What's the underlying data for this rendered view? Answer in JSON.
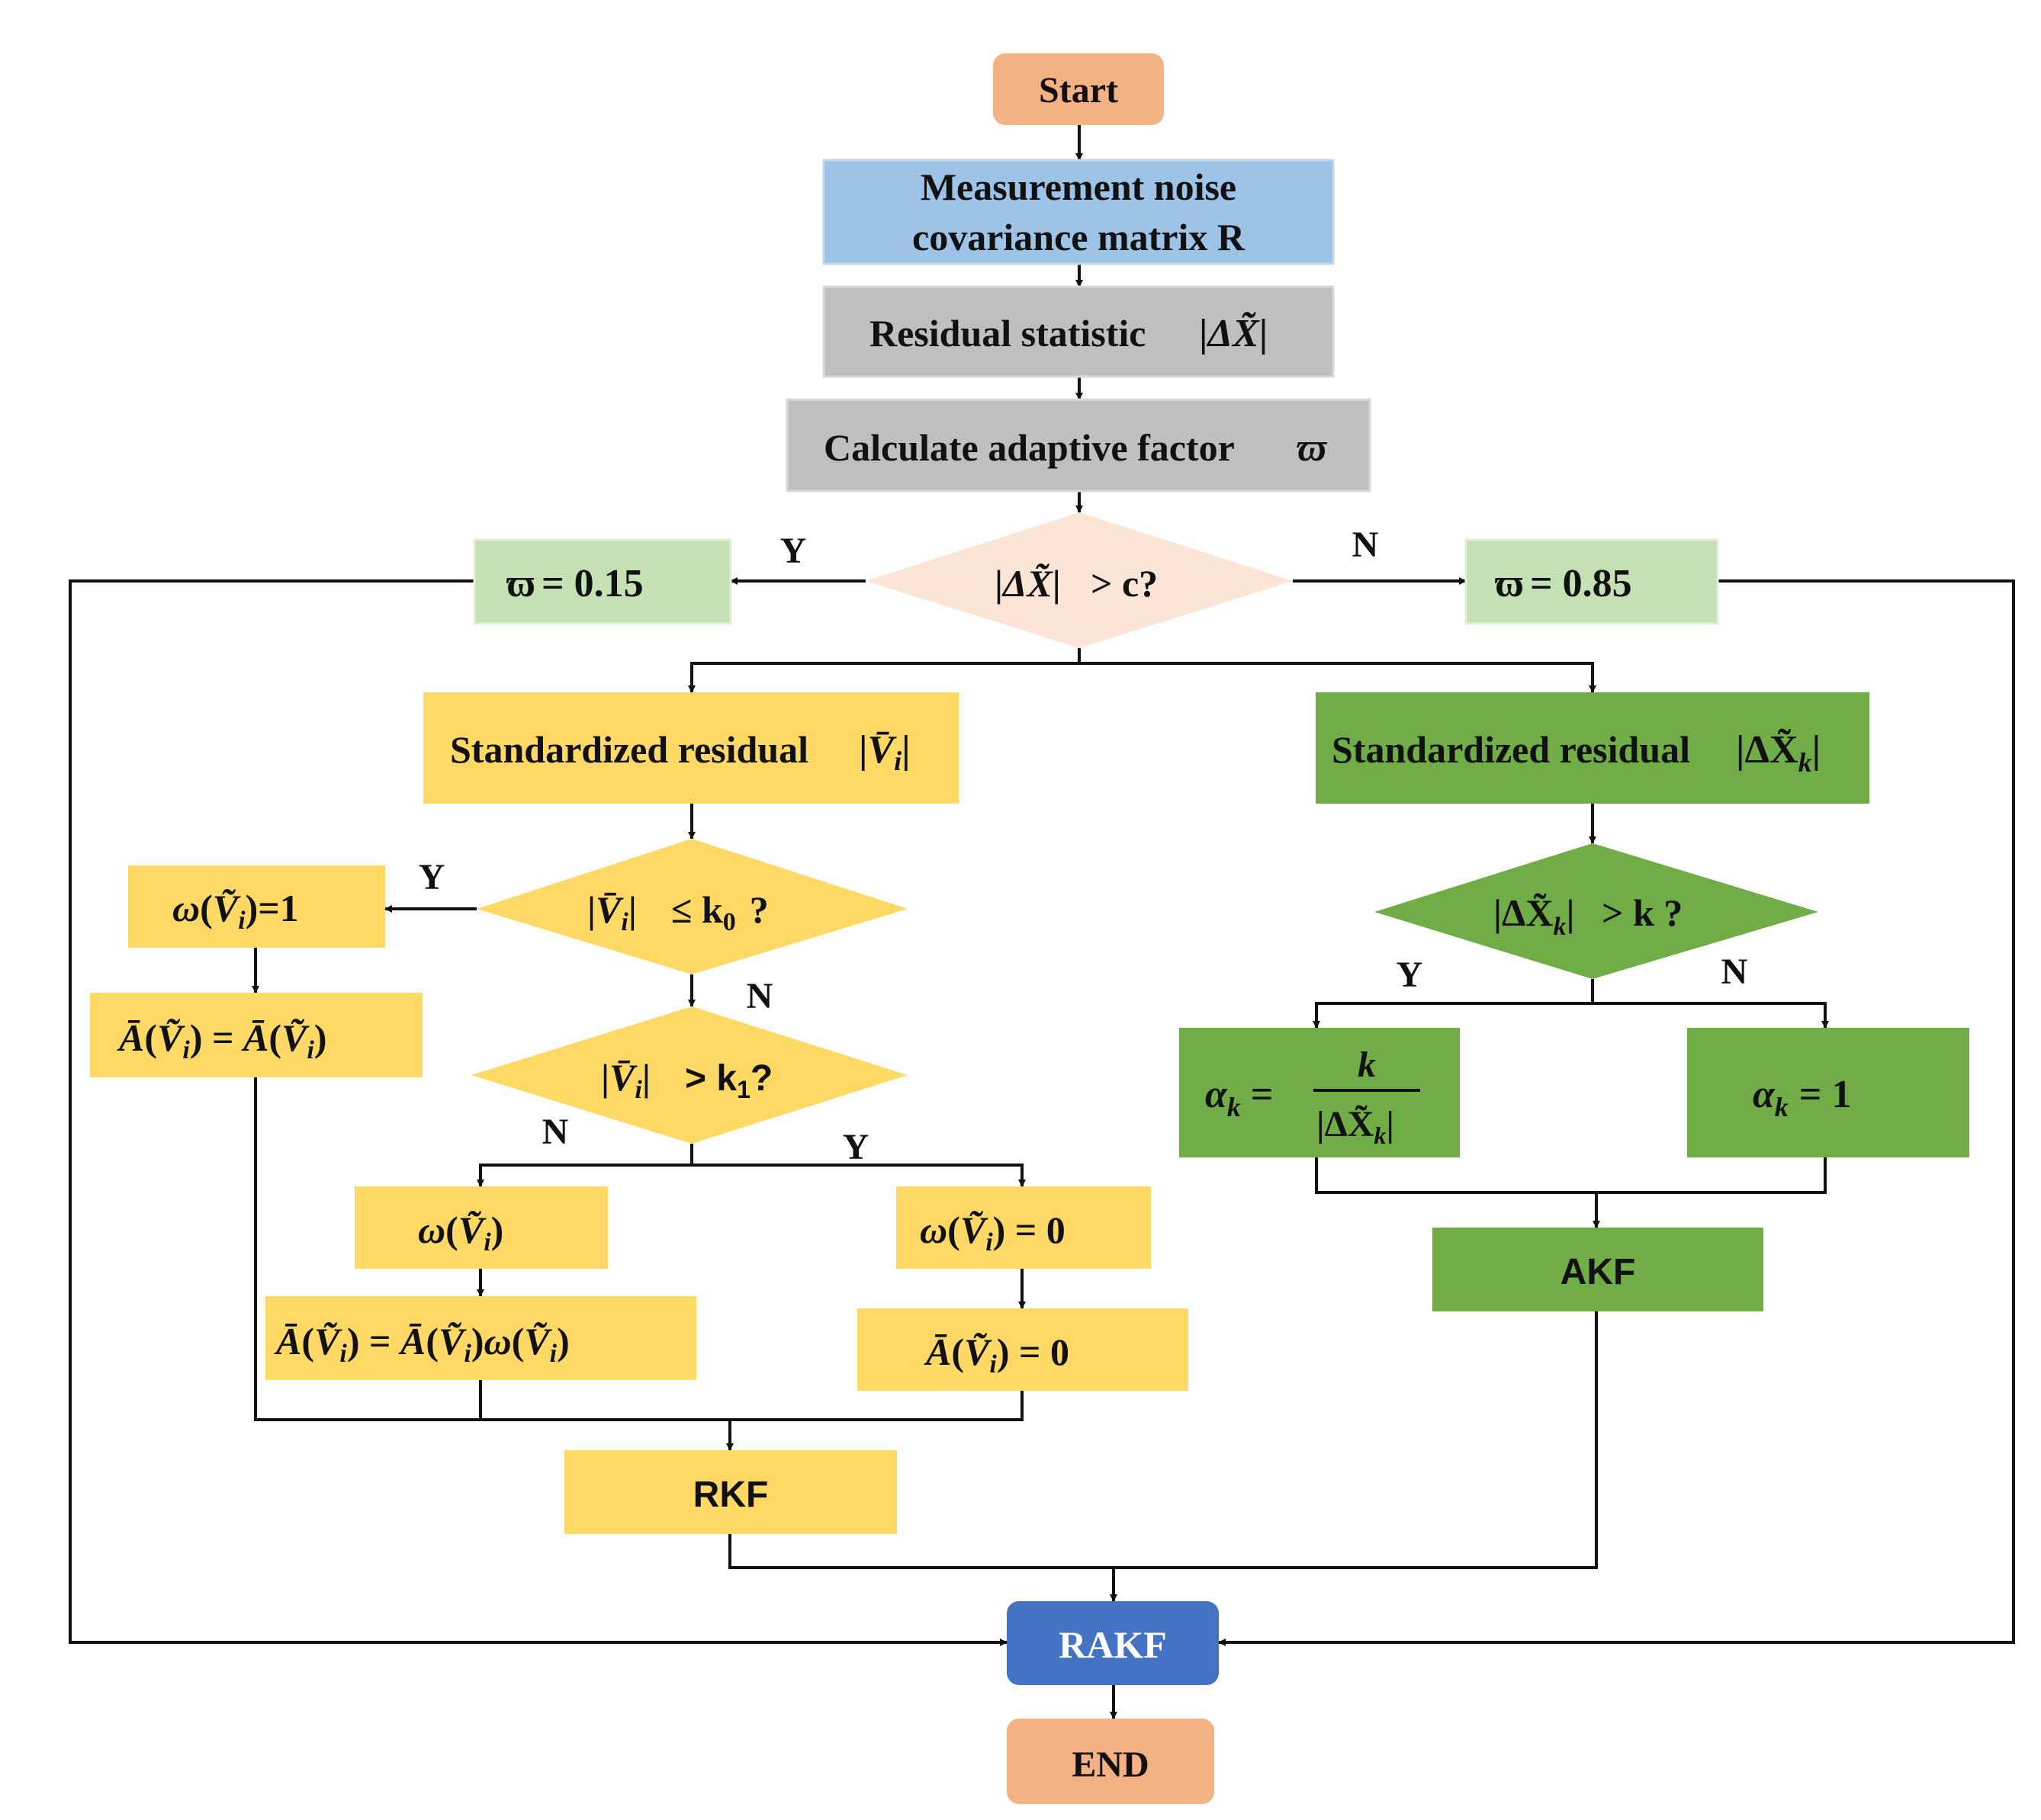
{
  "nodes": {
    "start": "Start",
    "measurement_line1": "Measurement noise",
    "measurement_line2": "covariance matrix R",
    "residual_stat": "Residual statistic",
    "calc_adaptive": "Calculate adaptive factor",
    "decision_c": "> c?",
    "w_left": "= 0.15",
    "w_right": "= 0.85",
    "std_residual_left": "Standardized residual",
    "std_residual_right": "Standardized residual",
    "decision_k0": "≤ k",
    "decision_k0_sub": "0",
    "decision_k0_tail": "?",
    "decision_k1": "> k",
    "decision_k1_sub": "1",
    "decision_k1_tail": "?",
    "decision_k": "> k ?",
    "omega_eq_1": ")=1",
    "omega_eq_0": ") = 0",
    "abar_eq_0": ") = 0",
    "alpha_eq_1": "= 1",
    "rkf": "RKF",
    "akf": "AKF",
    "rakf": "RAKF",
    "end": "END"
  },
  "edges": {
    "y_c": "Y",
    "n_c": "N",
    "y_k0": "Y",
    "n_k0": "N",
    "n_k1": "N",
    "y_k1": "Y",
    "y_k": "Y",
    "n_k": "N"
  },
  "colors": {
    "start_end": "#f4b183",
    "measurement": "#9dc3e6",
    "gray": "#bfbfbf",
    "decision_c": "#fbe5d6",
    "light_green": "#c5e0b4",
    "yellow": "#ffd966",
    "green": "#70ad47",
    "rakf": "#4472c4"
  }
}
